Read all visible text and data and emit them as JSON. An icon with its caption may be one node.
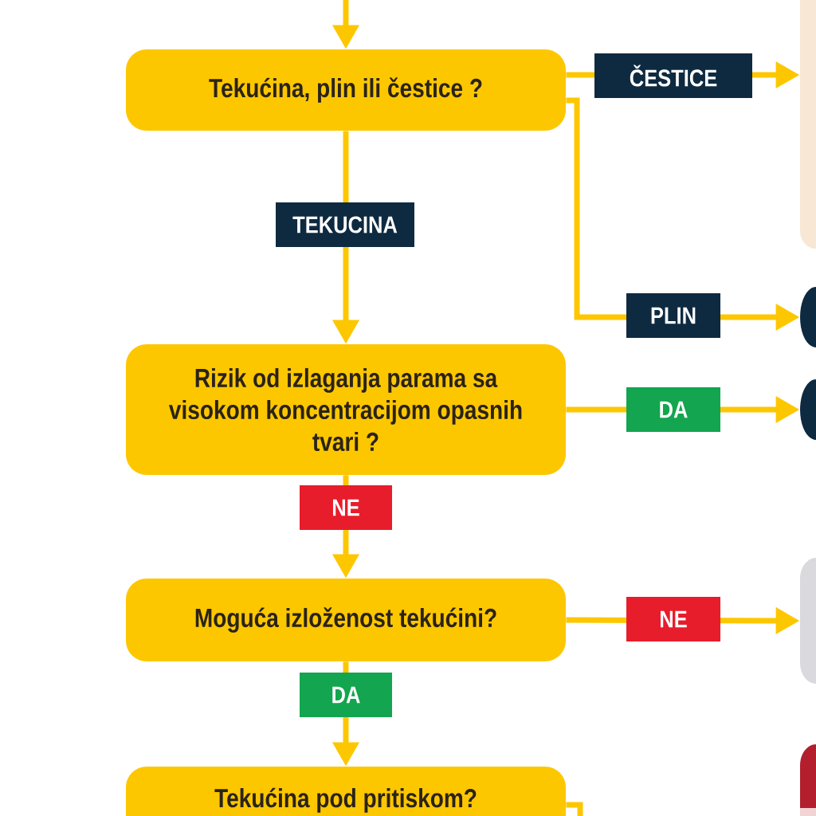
{
  "diagram": {
    "nodes": [
      {
        "text": [
          "Tekućina, plin ili čestice ?"
        ]
      },
      {
        "text": [
          "Rizik od izlaganja parama sa visokom koncentracijom opasnih tvari ?"
        ]
      },
      {
        "text": [
          "Moguća izloženost tekućini?"
        ]
      },
      {
        "text": [
          "Tekućina pod pritiskom?"
        ]
      },
      {
        "text": [],
        "shape": "box"
      },
      {
        "text": [],
        "shape": "box"
      },
      {
        "text": [],
        "shape": "box"
      },
      {
        "text": [],
        "shape": "box"
      },
      {
        "text": [],
        "shape": "box"
      }
    ],
    "edges": [
      {
        "from": null,
        "to": 0,
        "arrow": "to"
      },
      {
        "from": 0,
        "to": 4,
        "arrow": "to",
        "label": "ČESTICE"
      },
      {
        "from": 0,
        "to": 5,
        "arrow": "to",
        "label": "PLIN"
      },
      {
        "from": 0,
        "to": 1,
        "arrow": "to",
        "label": "TEKUCINA"
      },
      {
        "from": 1,
        "to": 6,
        "arrow": "to",
        "label": "DA"
      },
      {
        "from": 1,
        "to": 2,
        "arrow": "to",
        "label": "NE"
      },
      {
        "from": 2,
        "to": 7,
        "arrow": "to",
        "label": "NE"
      },
      {
        "from": 2,
        "to": 3,
        "arrow": "to",
        "label": "DA"
      },
      {
        "from": 3,
        "to": null,
        "arrow": "none"
      }
    ]
  }
}
